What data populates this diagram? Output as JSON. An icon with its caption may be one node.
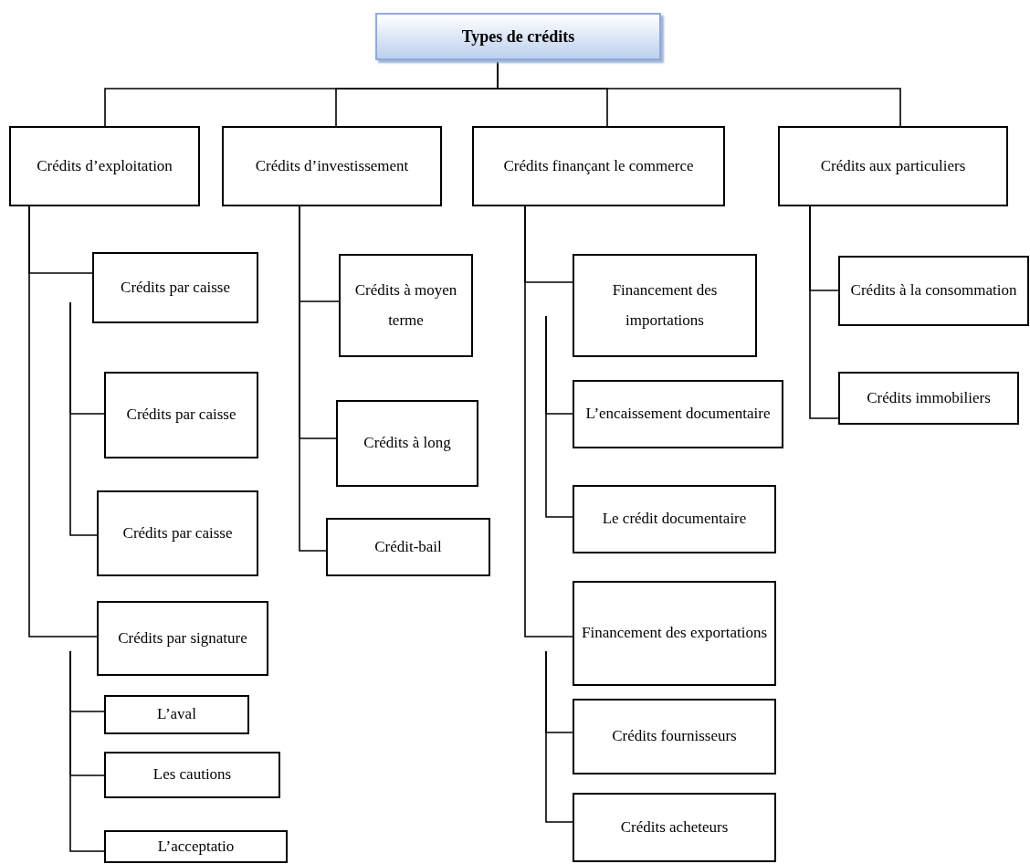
{
  "diagram": {
    "nodes": [
      {
        "text": [
          "Types de crédits"
        ]
      },
      {
        "text": [
          "Crédits d’exploitation"
        ]
      },
      {
        "text": [
          "Crédits d’investissement"
        ]
      },
      {
        "text": [
          "Crédits finançant le commerce"
        ]
      },
      {
        "text": [
          "Crédits aux particuliers"
        ]
      },
      {
        "text": [
          "Crédits par caisse"
        ]
      },
      {
        "text": [
          "Crédits par caisse"
        ]
      },
      {
        "text": [
          "Crédits par caisse"
        ]
      },
      {
        "text": [
          "Crédits par signature"
        ]
      },
      {
        "text": [
          "L’aval"
        ]
      },
      {
        "text": [
          "Les cautions"
        ]
      },
      {
        "text": [
          "L’acceptatio"
        ]
      },
      {
        "text": [
          "Crédits à moyen terme"
        ]
      },
      {
        "text": [
          "Crédits à long"
        ]
      },
      {
        "text": [
          "Crédit-bail"
        ]
      },
      {
        "text": [
          "Financement des importations"
        ]
      },
      {
        "text": [
          "L’encaissement documentaire"
        ]
      },
      {
        "text": [
          "Le crédit documentaire"
        ]
      },
      {
        "text": [
          "Financement des exportations"
        ]
      },
      {
        "text": [
          "Crédits fournisseurs"
        ]
      },
      {
        "text": [
          "Crédits acheteurs"
        ]
      },
      {
        "text": [
          "Crédits à la consommation"
        ]
      },
      {
        "text": [
          "Crédits immobiliers"
        ]
      }
    ],
    "edges": [
      {
        "from": 0,
        "to": 1,
        "arrow": "none"
      },
      {
        "from": 0,
        "to": 2,
        "arrow": "none"
      },
      {
        "from": 0,
        "to": 3,
        "arrow": "none"
      },
      {
        "from": 0,
        "to": 4,
        "arrow": "none"
      },
      {
        "from": 1,
        "to": 5,
        "arrow": "none"
      },
      {
        "from": 5,
        "to": 6,
        "arrow": "none"
      },
      {
        "from": 5,
        "to": 7,
        "arrow": "none"
      },
      {
        "from": 1,
        "to": 8,
        "arrow": "none"
      },
      {
        "from": 8,
        "to": 9,
        "arrow": "none"
      },
      {
        "from": 8,
        "to": 10,
        "arrow": "none"
      },
      {
        "from": 8,
        "to": 11,
        "arrow": "none"
      },
      {
        "from": 2,
        "to": 12,
        "arrow": "none"
      },
      {
        "from": 2,
        "to": 13,
        "arrow": "none"
      },
      {
        "from": 2,
        "to": 14,
        "arrow": "none"
      },
      {
        "from": 3,
        "to": 15,
        "arrow": "none"
      },
      {
        "from": 15,
        "to": 16,
        "arrow": "none"
      },
      {
        "from": 15,
        "to": 17,
        "arrow": "none"
      },
      {
        "from": 3,
        "to": 18,
        "arrow": "none"
      },
      {
        "from": 18,
        "to": 19,
        "arrow": "none"
      },
      {
        "from": 18,
        "to": 20,
        "arrow": "none"
      },
      {
        "from": 4,
        "to": 21,
        "arrow": "none"
      },
      {
        "from": 4,
        "to": 22,
        "arrow": "none"
      }
    ]
  }
}
